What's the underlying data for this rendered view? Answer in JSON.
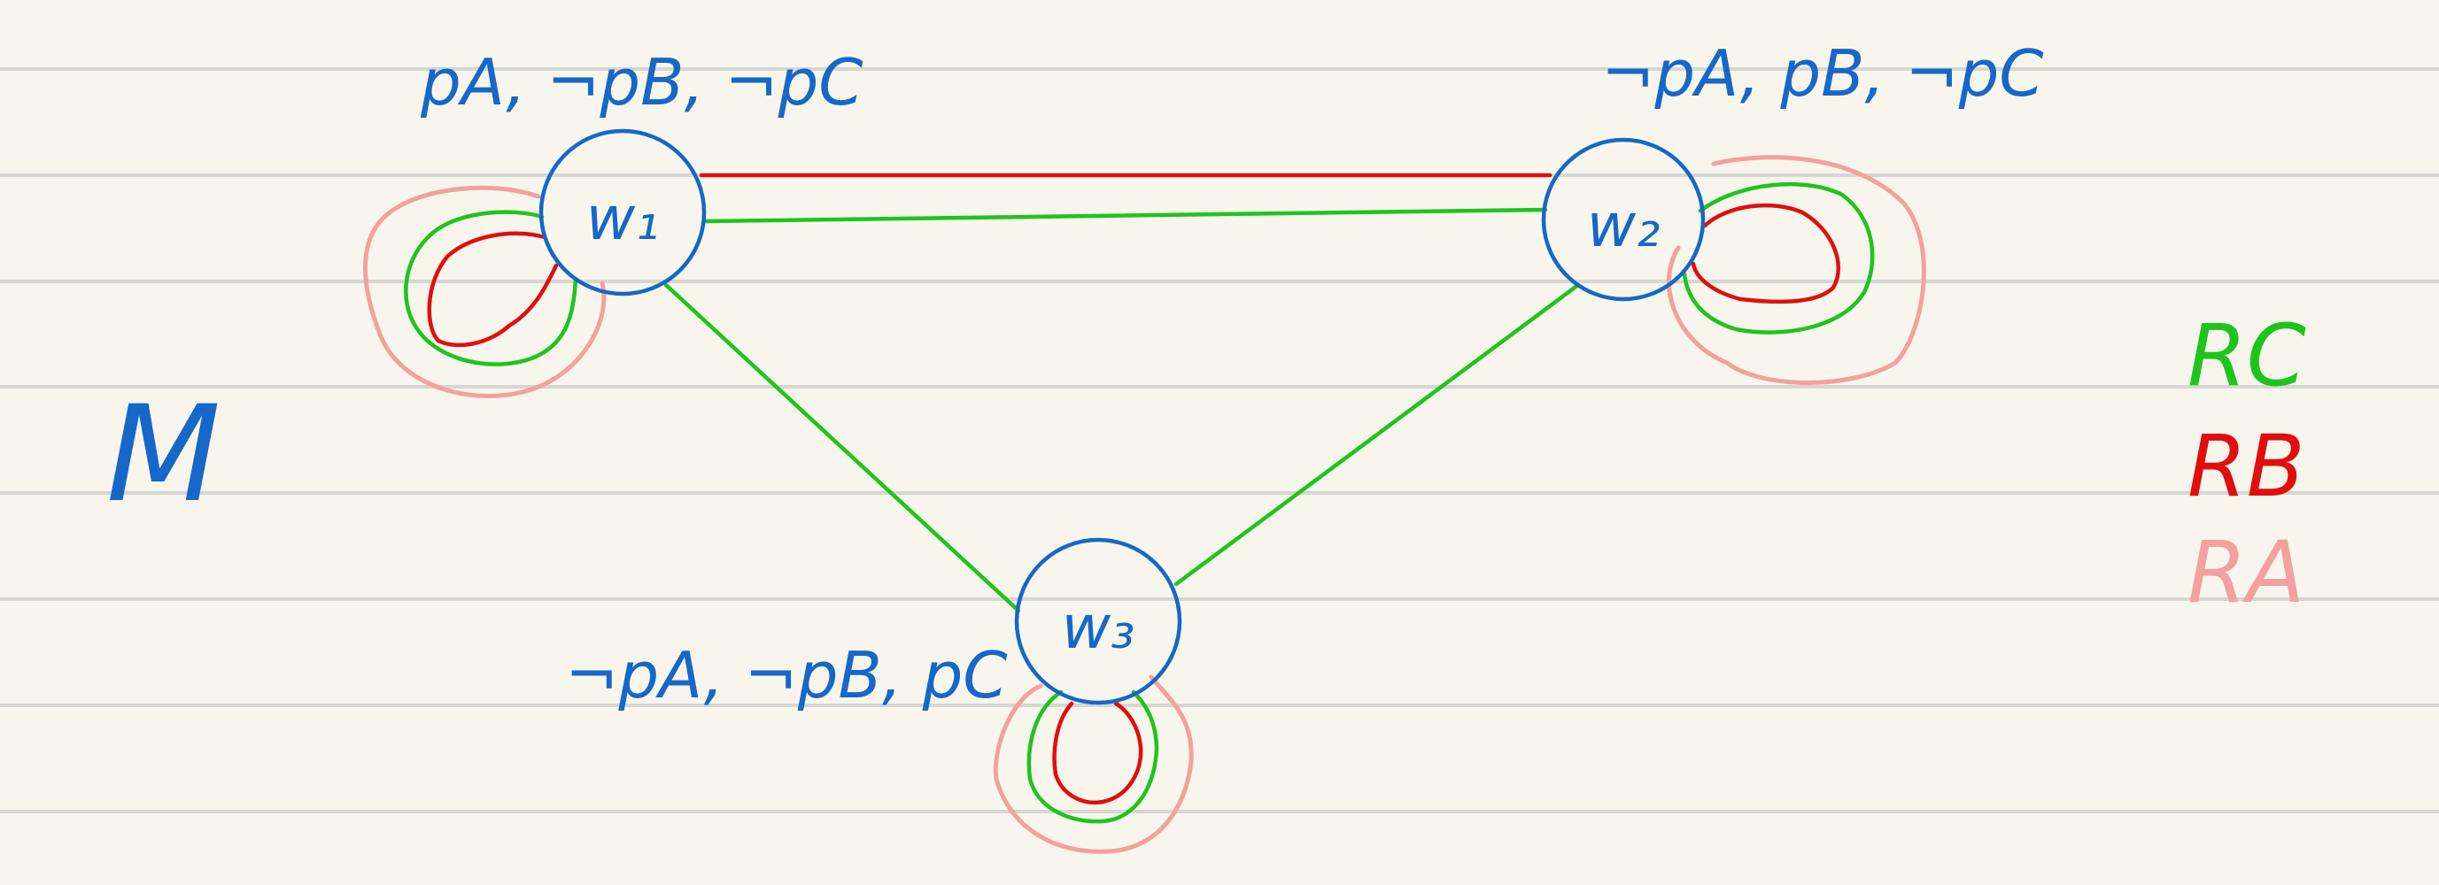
{
  "model_label": "M",
  "worlds": [
    {
      "id": "w1",
      "label": "w₁",
      "valuation": "pA, ¬pB, ¬pC"
    },
    {
      "id": "w2",
      "label": "w₂",
      "valuation": "¬pA, pB, ¬pC"
    },
    {
      "id": "w3",
      "label": "w₃",
      "valuation": "¬pA, ¬pB, pC"
    }
  ],
  "relations": [
    {
      "name": "RC",
      "label": "RC",
      "color": "#1ec41e",
      "edges": [
        [
          "w1",
          "w2"
        ],
        [
          "w1",
          "w3"
        ],
        [
          "w2",
          "w3"
        ]
      ],
      "reflexive": [
        "w1",
        "w2",
        "w3"
      ]
    },
    {
      "name": "RB",
      "label": "RB",
      "color": "#e00f0f",
      "edges": [
        [
          "w1",
          "w2"
        ]
      ],
      "reflexive": [
        "w1",
        "w2",
        "w3"
      ]
    },
    {
      "name": "RA",
      "label": "RA",
      "color": "#f4a0a0",
      "edges": [],
      "reflexive": [
        "w1",
        "w2",
        "w3"
      ]
    }
  ],
  "colors": {
    "paper": "#f8f6ec",
    "ruling": "#d6d6d2",
    "ink": "#1667c8"
  }
}
